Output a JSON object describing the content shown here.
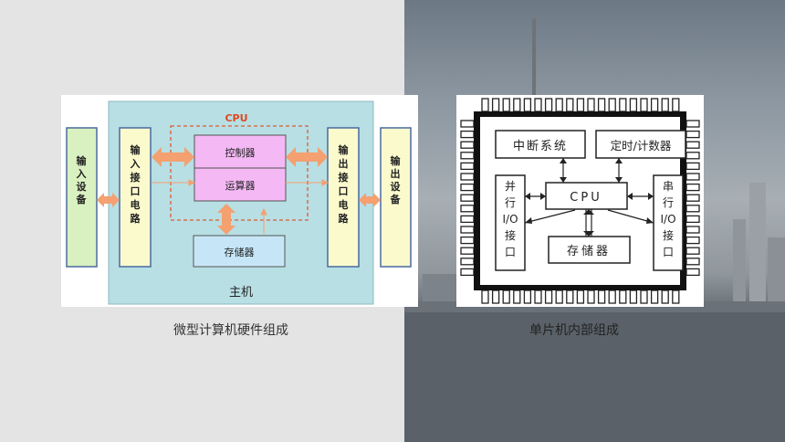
{
  "left_diagram": {
    "cpu_label": "CPU",
    "host_label": "主机",
    "input_device": "输入设备",
    "input_interface": "输入接口电路",
    "controller": "控制器",
    "alu": "运算器",
    "memory": "存储器",
    "output_interface": "输出接口电路",
    "output_device": "输出设备",
    "caption": "微型计算机硬件组成"
  },
  "right_diagram": {
    "interrupt_system": "中断系统",
    "timer_counter": "定时/计数器",
    "parallel_io": [
      "并",
      "行",
      "I/O",
      "接",
      "口"
    ],
    "cpu": "CPU",
    "serial_io": [
      "串",
      "行",
      "I/O",
      "接",
      "口"
    ],
    "memory": "存储器",
    "caption": "单片机内部组成"
  },
  "colors": {
    "left_bg": "#e4e4e4",
    "host_fill": "#b7dfe4",
    "device_fill": "#d9f0c0",
    "interface_fill": "#fafacd",
    "control_fill": "#f4b8f4",
    "memory_fill": "#c6e6f8",
    "arrow": "#f4a070",
    "cpu_label": "#e04820"
  }
}
